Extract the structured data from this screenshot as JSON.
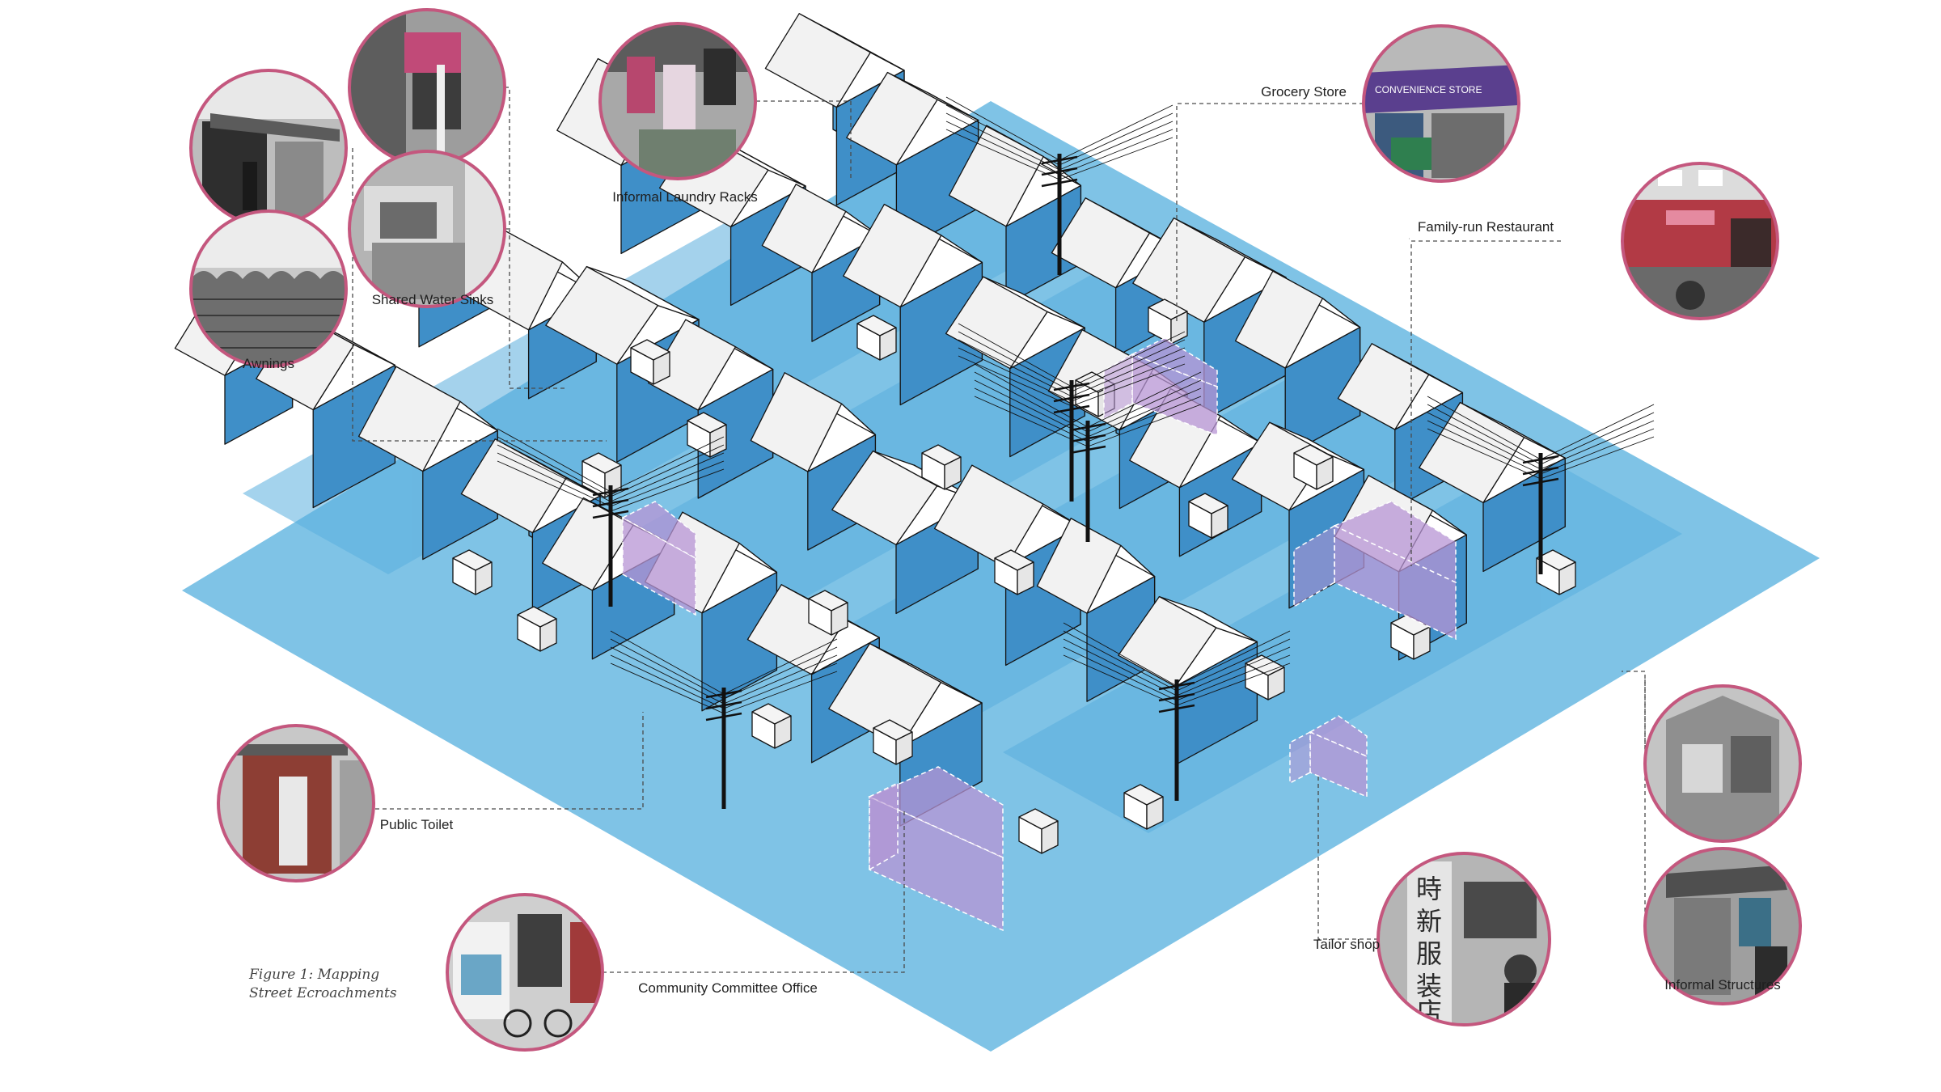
{
  "colors": {
    "ground": "#7fc3e6",
    "ground_dark": "#4aa3d6",
    "wall": "#4e9fd4",
    "roof": "#ffffff",
    "encroachment": "#b794d4",
    "photo_ring": "#c4577e",
    "leader_line": "#4a4a4a"
  },
  "figure_caption": {
    "line1": "Figure 1: Mapping",
    "line2": "Street Ecroachments"
  },
  "callouts": [
    {
      "id": "awnings",
      "label": "Awnings",
      "icon": "photo-awnings"
    },
    {
      "id": "shared-water-sinks",
      "label": "Shared Water Sinks",
      "icon": "photo-water-sink"
    },
    {
      "id": "informal-laundry-racks",
      "label": "Informal Laundry Racks",
      "icon": "photo-laundry"
    },
    {
      "id": "grocery-store",
      "label": "Grocery Store",
      "icon": "photo-grocery"
    },
    {
      "id": "family-run-restaurant",
      "label": "Family-run Restaurant",
      "icon": "photo-restaurant"
    },
    {
      "id": "public-toilet",
      "label": "Public Toilet",
      "icon": "photo-toilet"
    },
    {
      "id": "community-committee-office",
      "label": "Community Committee Office",
      "icon": "photo-office"
    },
    {
      "id": "tailor-shop",
      "label": "Tailor shop",
      "icon": "photo-tailor"
    },
    {
      "id": "informal-structures",
      "label": "Informal Structures",
      "icon": "photo-informal-structures"
    }
  ],
  "tailor_sign": [
    "時",
    "新",
    "服",
    "装",
    "店"
  ],
  "grocery_awning_text": "CONVENIENCE STORE"
}
